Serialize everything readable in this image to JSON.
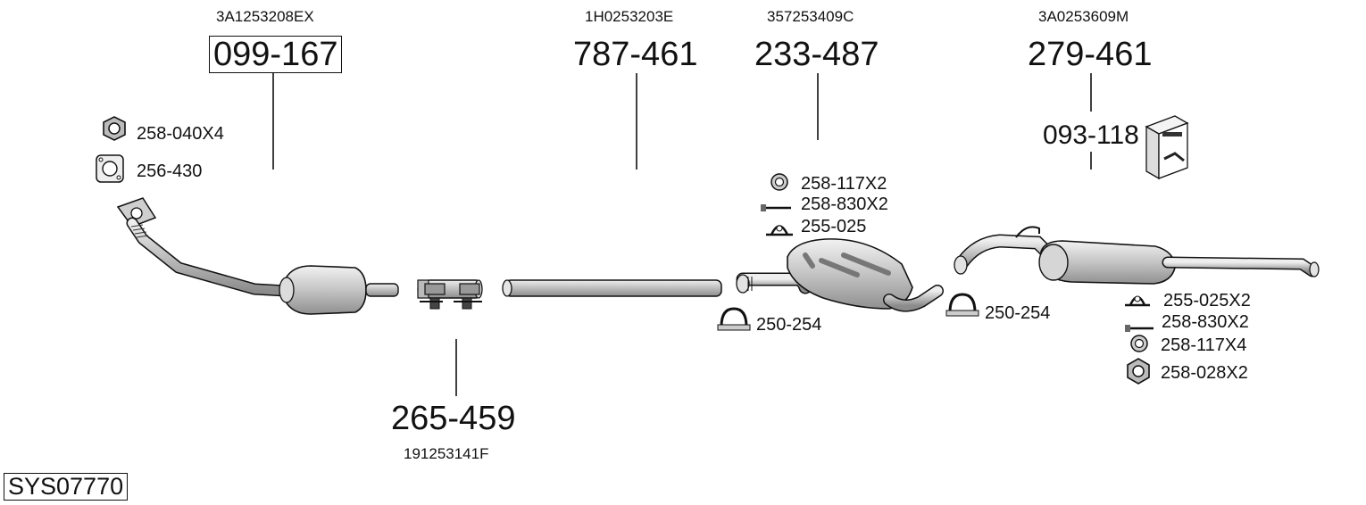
{
  "system_code": "SYS07770",
  "parts": {
    "catalyst": {
      "oem": "3A1253208EX",
      "number": "099-167"
    },
    "clamp": {
      "oem": "191253141F",
      "number": "265-459"
    },
    "middle_pipe": {
      "oem": "1H0253203E",
      "number": "787-461"
    },
    "middle_silencer": {
      "oem": "357253409C",
      "number": "233-487"
    },
    "rear_silencer": {
      "oem": "3A0253609M",
      "number": "279-461"
    },
    "mounting_kit": {
      "number": "093-118"
    }
  },
  "accessories": {
    "nut_front": "258-040X4",
    "gasket_front": "256-430",
    "ring_mid": "258-117X2",
    "bolt_mid": "258-830X2",
    "hanger_mid": "255-025",
    "clamp_mid": "250-254",
    "clamp_rear": "250-254",
    "hanger_rear": "255-025X2",
    "bolt_rear": "258-830X2",
    "ring_rear": "258-117X4",
    "nut_rear": "258-028X2"
  }
}
